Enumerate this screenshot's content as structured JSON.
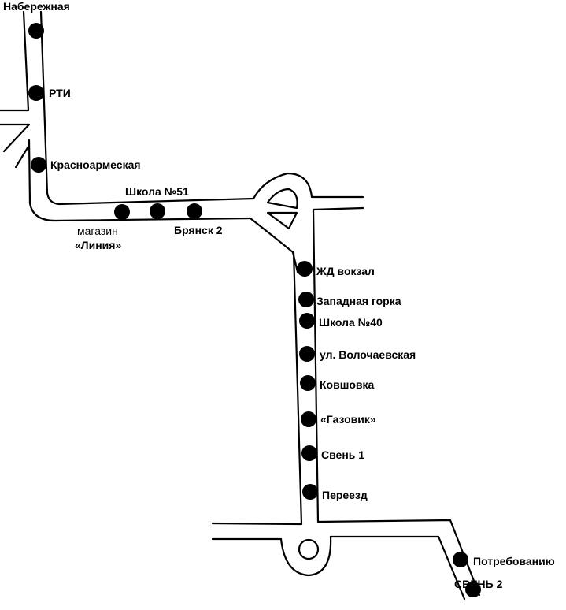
{
  "map": {
    "stops": [
      {
        "id": "naberezhnaya",
        "label": "Набережная"
      },
      {
        "id": "rti",
        "label": "РТИ"
      },
      {
        "id": "krasnoarmeyskaya",
        "label": "Красноармеская"
      },
      {
        "id": "shkola-51",
        "label": "Школа №51"
      },
      {
        "id": "bryansk-2",
        "label": "Брянск 2"
      },
      {
        "id": "zhd-vokzal",
        "label": "ЖД вокзал"
      },
      {
        "id": "zapadnaya-gorka",
        "label": "Западная горка"
      },
      {
        "id": "shkola-40",
        "label": "Школа №40"
      },
      {
        "id": "volochaevskaya",
        "label": "ул. Волочаевская"
      },
      {
        "id": "kovshovka",
        "label": "Ковшовка"
      },
      {
        "id": "gazovik",
        "label": "«Газовик»"
      },
      {
        "id": "sven-1",
        "label": "Свень 1"
      },
      {
        "id": "pereezd",
        "label": "Переезд"
      },
      {
        "id": "potrebovaniyu",
        "label": "Потребованию"
      },
      {
        "id": "sven-2",
        "label": "СВЕНЬ 2"
      }
    ],
    "landmark": {
      "line1": "магазин",
      "line2": "«Линия»"
    }
  }
}
